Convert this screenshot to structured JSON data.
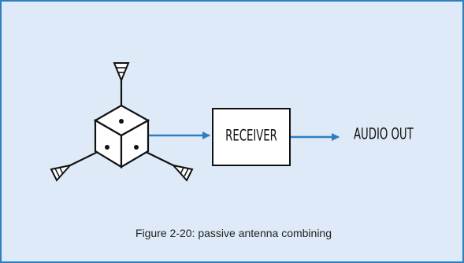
{
  "diagram": {
    "receiver_label": "RECEIVER",
    "output_label": "AUDIO OUT",
    "caption": "Figure 2-20: passive antenna combining",
    "colors": {
      "frame_border": "#2e7fc0",
      "background": "#deeaf7",
      "signal_arrow": "#2e7fc0",
      "line": "#111111"
    },
    "icons": [
      "antenna-icon",
      "combiner-cube-icon",
      "arrow-icon"
    ]
  }
}
